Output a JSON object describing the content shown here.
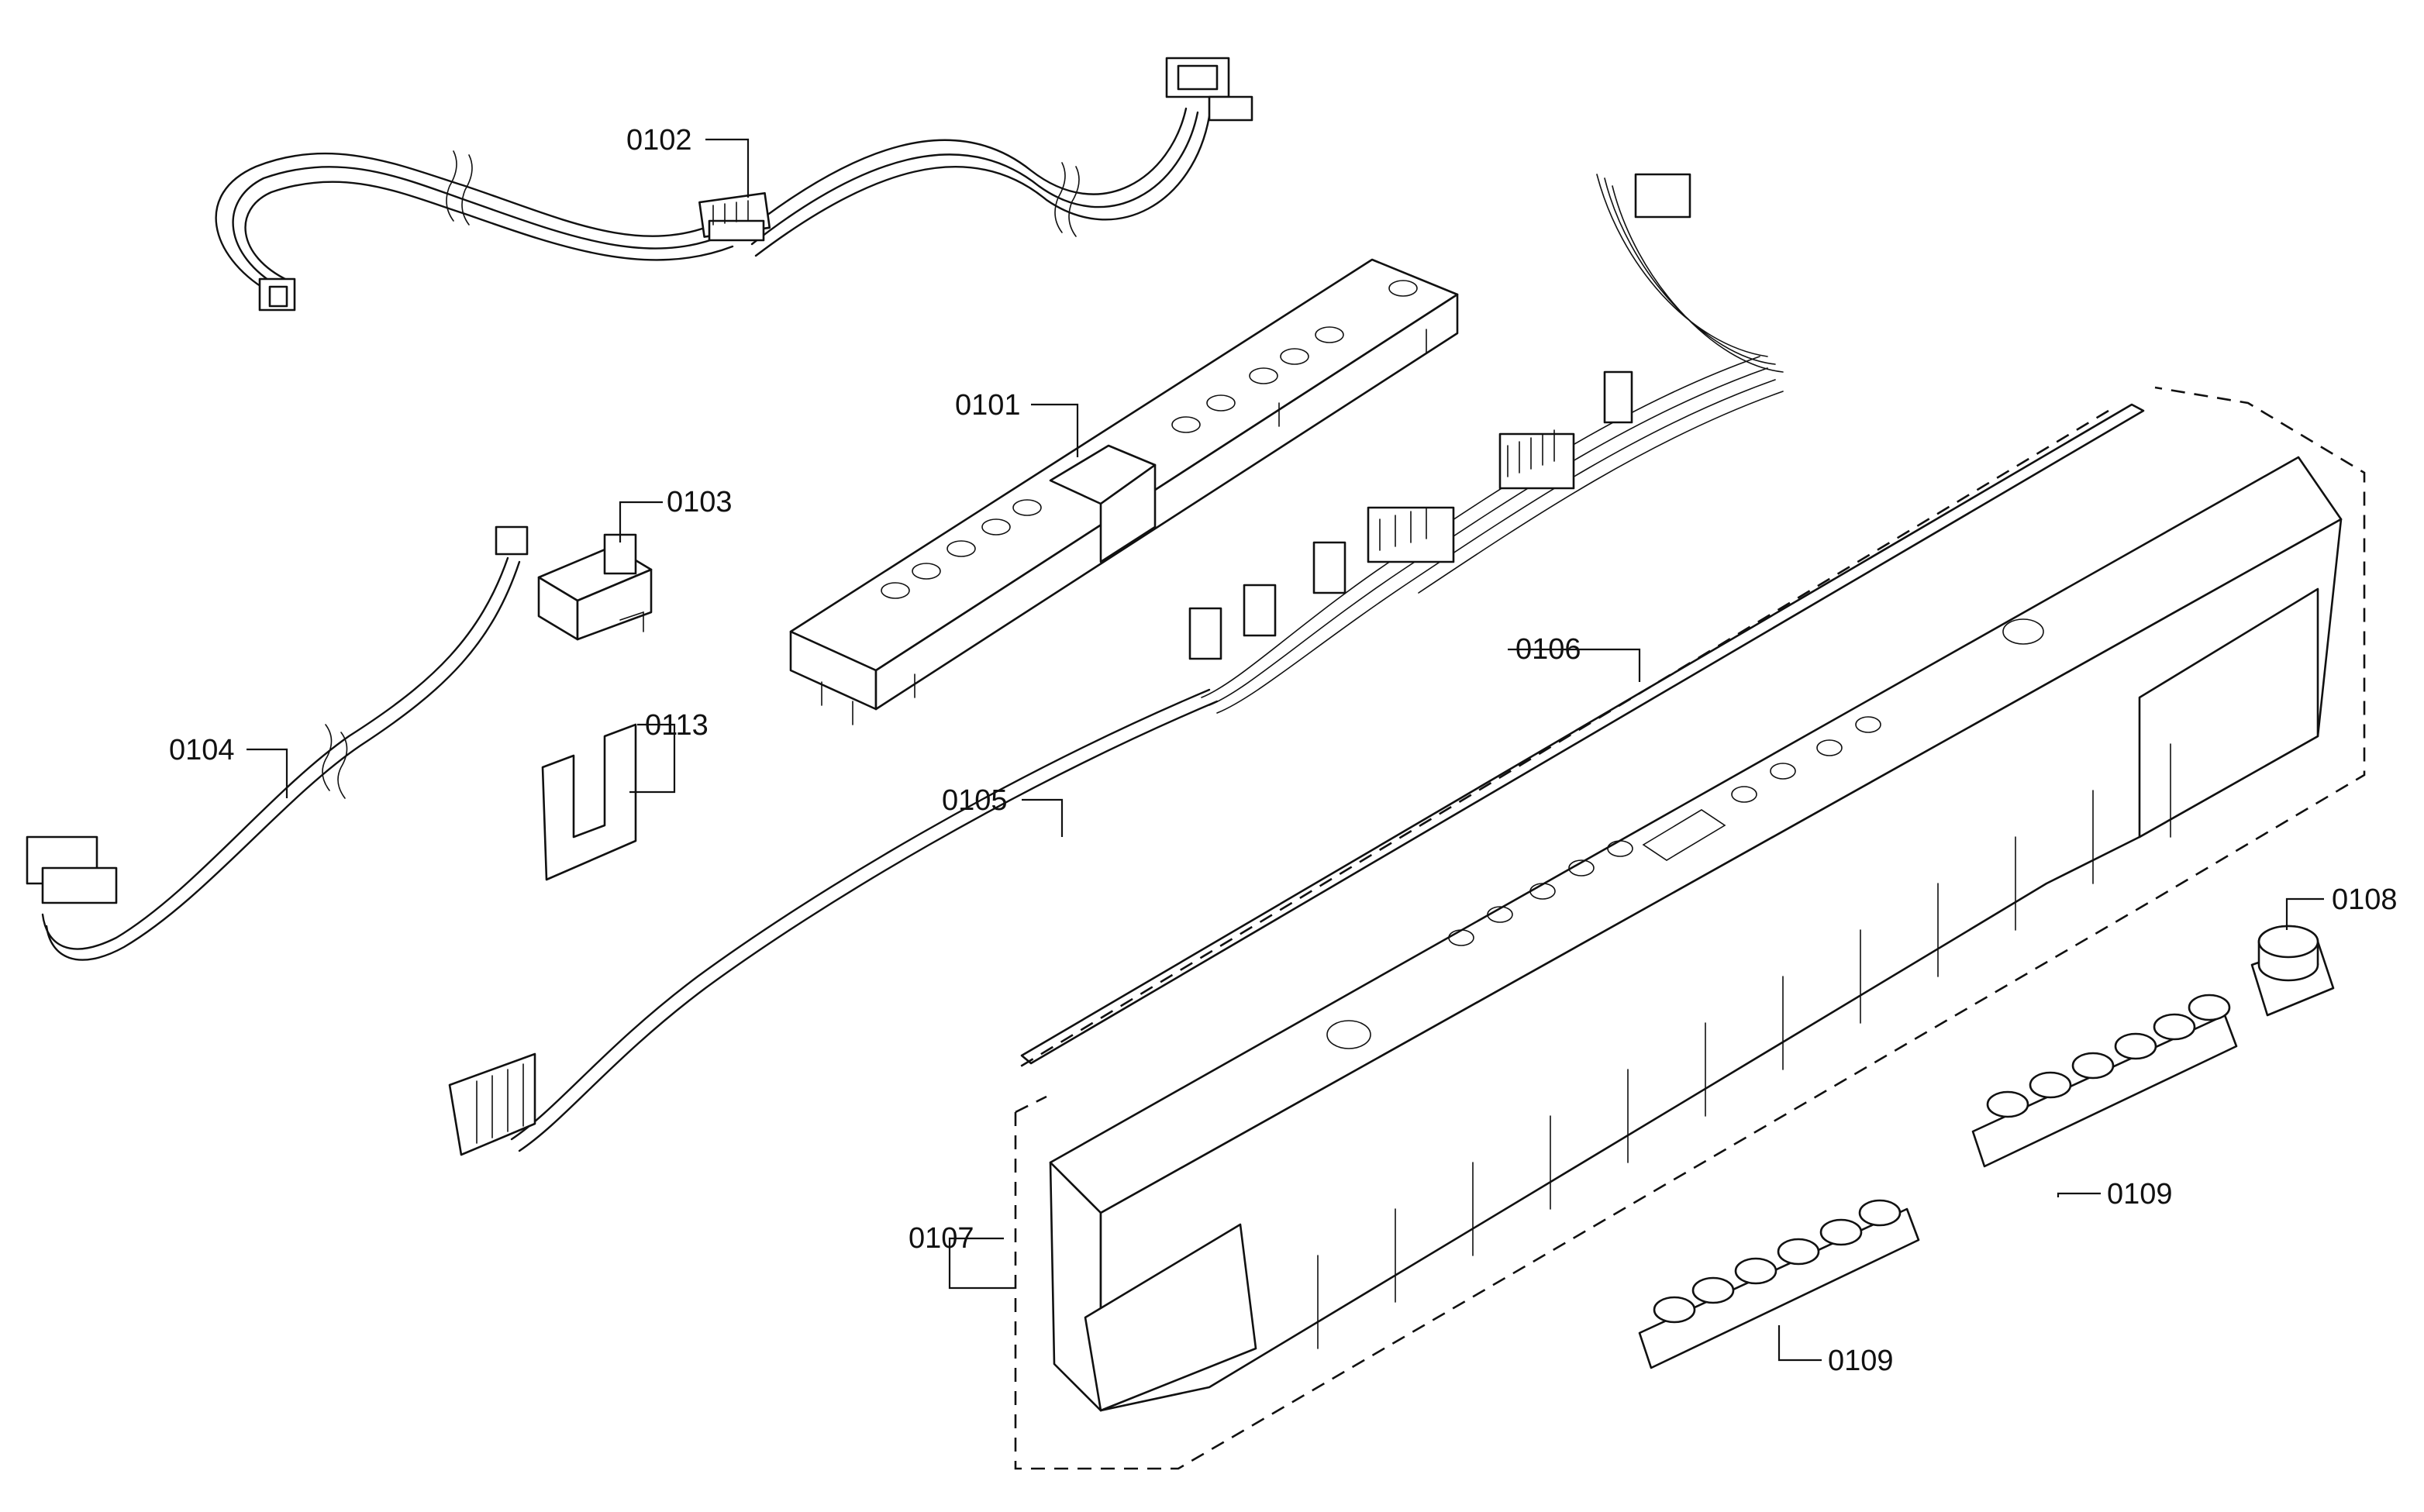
{
  "labels": {
    "p0101": "0101",
    "p0102": "0102",
    "p0103": "0103",
    "p0104": "0104",
    "p0105": "0105",
    "p0106": "0106",
    "p0107": "0107",
    "p0108": "0108",
    "p0109a": "0109",
    "p0109b": "0109",
    "p0113": "0113"
  }
}
